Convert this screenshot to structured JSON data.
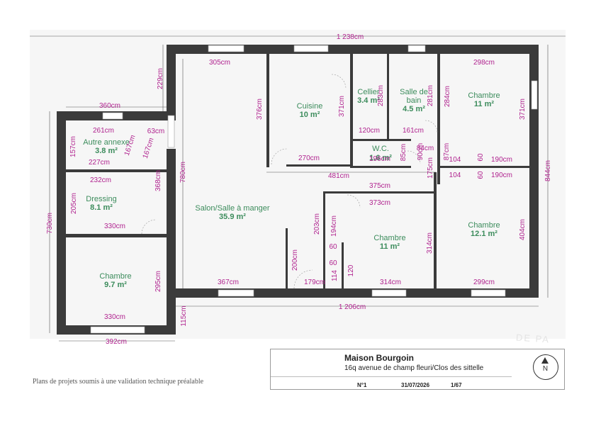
{
  "plan": {
    "overall_top": "1 238cm",
    "overall_bottom": "1 206cm",
    "overall_right": "844cm",
    "overall_left": "730cm",
    "bottom_left": "392cm",
    "rooms": {
      "salon": {
        "name": "Salon/Salle à manger",
        "area": "35.9 m²"
      },
      "cuisine": {
        "name": "Cuisine",
        "area": "10 m²"
      },
      "cellier": {
        "name": "Cellier",
        "area": "3.4 m²"
      },
      "sdb": {
        "name_line1": "Salle de",
        "name_line2": "bain",
        "area": "4.5 m²"
      },
      "chambre_ne": {
        "name": "Chambre",
        "area": "11 m²"
      },
      "wc": {
        "name": "W.C.",
        "area": "1.6 m²"
      },
      "chambre_center": {
        "name": "Chambre",
        "area": "11 m²"
      },
      "chambre_se": {
        "name": "Chambre",
        "area": "12.1 m²"
      },
      "autre_annexe": {
        "name": "Autre annexe",
        "area": "3.8 m²"
      },
      "dressing": {
        "name": "Dressing",
        "area": "8.1 m²"
      },
      "chambre_sw": {
        "name": "Chambre",
        "area": "9.7 m²"
      }
    },
    "dims": {
      "d305": "305cm",
      "d298": "298cm",
      "d229": "229cm",
      "d360": "360cm",
      "d261": "261cm",
      "d63": "63cm",
      "d157": "157cm",
      "d167a": "167cm",
      "d167b": "167cm",
      "d227": "227cm",
      "d232": "232cm",
      "d368": "368cm",
      "d780": "780cm",
      "d205": "205cm",
      "d330a": "330cm",
      "d330b": "330cm",
      "d295": "295cm",
      "d115": "115cm",
      "d376": "376cm",
      "d371a": "371cm",
      "d283": "283cm",
      "d281": "281cm",
      "d284": "284cm",
      "d371b": "371cm",
      "d120a": "120cm",
      "d161": "161cm",
      "d270": "270cm",
      "d196": "196cm",
      "d85": "85cm",
      "d84": "84cm",
      "d90": "90cm",
      "d87": "87cm",
      "d175": "175cm",
      "d104a": "104",
      "d60a": "60",
      "d190a": "190cm",
      "d104b": "104",
      "d60b": "60",
      "d190b": "190cm",
      "d481": "481cm",
      "d375": "375cm",
      "d373": "373cm",
      "d203": "203cm",
      "d194": "194cm",
      "d60c": "60",
      "d60d": "60",
      "d114": "114",
      "d120b": "120",
      "d200": "200cm",
      "d314a": "314cm",
      "d314b": "314cm",
      "d404": "404cm",
      "d367": "367cm",
      "d179": "179cm",
      "d299": "299cm"
    }
  },
  "title_block": {
    "title": "Maison Bourgoin",
    "address": "16q avenue de champ fleuri/Clos des sittelle",
    "number": "N°1",
    "date": "31/07/2026",
    "page": "1/67"
  },
  "compass": {
    "letter": "N",
    "icon": "north-arrow-icon"
  },
  "disclaimer": "Plans de projets soumis à une validation technique préalable",
  "watermark": "DE PA"
}
